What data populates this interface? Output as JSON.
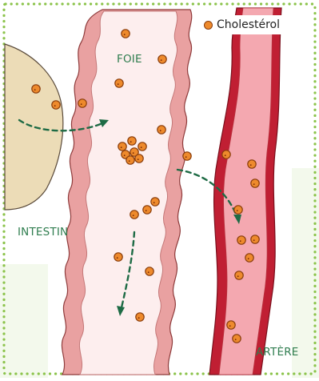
{
  "legend": {
    "label": "Cholestérol"
  },
  "labels": {
    "liver": "FOIE",
    "intestine": "INTESTIN",
    "artery": "ARTÈRE"
  },
  "colors": {
    "frame_dots": "#8bc34a",
    "intestine_fill": "#ecdcb7",
    "intestine_stroke": "#5a4a3a",
    "liver_fill": "#e9a1a1",
    "liver_inner": "#fdeeee",
    "artery_outer": "#c01f33",
    "artery_inner": "#f4a8b0",
    "cholesterol": "#ee8a2c",
    "arrow": "#1e6b45",
    "label_green": "#2f7d4f"
  }
}
